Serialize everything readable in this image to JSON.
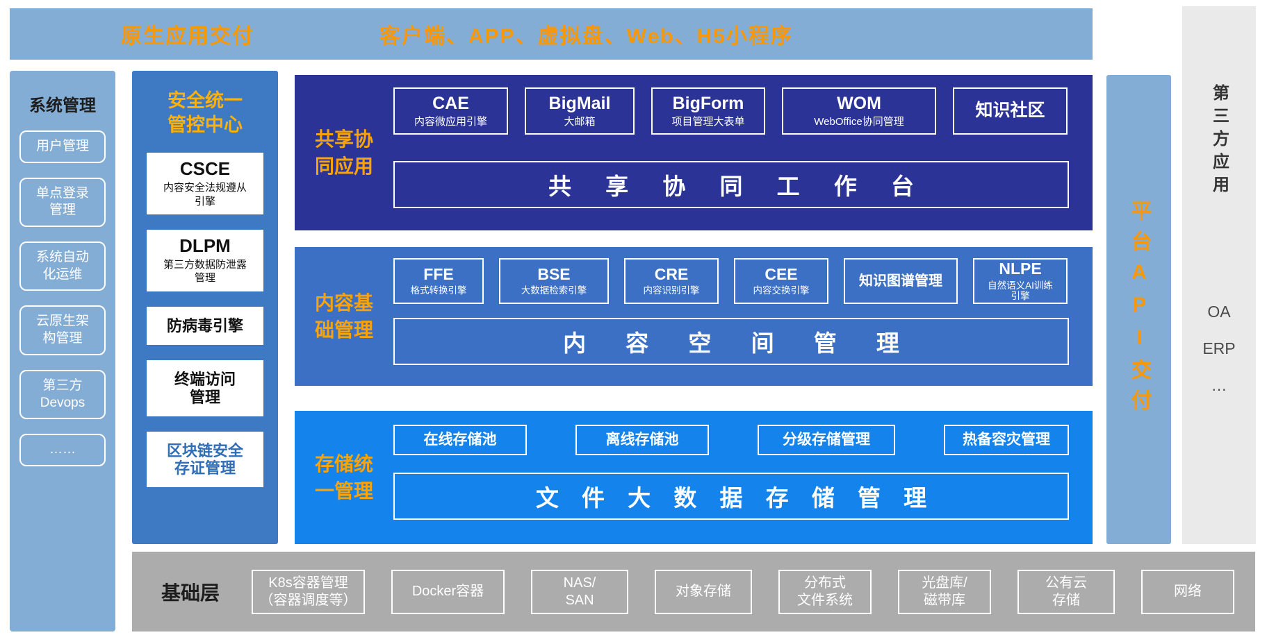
{
  "colors": {
    "light_blue": "#84ADD6",
    "security_blue": "#3E79C4",
    "navy_band": "#2B3496",
    "content_band_blue": "#3B70C5",
    "storage_band_blue": "#1583EC",
    "orange": "#F7980A",
    "yellow_orange": "#FDB10A",
    "base_gray": "#ACACAC",
    "third_party_gray": "#EAEAEA"
  },
  "top_bar": {
    "left_label": "原生应用交付",
    "right_label": "客户端、APP、虚拟盘、Web、H5小程序"
  },
  "system_management": {
    "title": "系统管理",
    "items": [
      "用户管理",
      "单点登录\n管理",
      "系统自动\n化运维",
      "云原生架\n构管理",
      "第三方\nDevops",
      "……"
    ]
  },
  "security_center": {
    "title": "安全统一\n管控中心",
    "boxes": [
      {
        "name": "CSCE",
        "desc": "内容安全法规遵从\n引擎"
      },
      {
        "name": "DLPM",
        "desc": "第三方数据防泄露\n管理"
      },
      {
        "name": "防病毒引擎",
        "desc": ""
      },
      {
        "name": "终端访问\n管理",
        "desc": ""
      },
      {
        "name": "区块链安全\n存证管理",
        "desc": ""
      }
    ]
  },
  "bands": [
    {
      "label": "共享协\n同应用",
      "boxes": [
        {
          "name": "CAE",
          "desc": "内容微应用引擎"
        },
        {
          "name": "BigMail",
          "desc": "大邮箱"
        },
        {
          "name": "BigForm",
          "desc": "项目管理大表单"
        },
        {
          "name": "WOM",
          "desc": "WebOffice协同管理"
        },
        {
          "name": "知识社区",
          "desc": ""
        }
      ],
      "banner": "共 享 协 同 工 作 台"
    },
    {
      "label": "内容基\n础管理",
      "boxes": [
        {
          "name": "FFE",
          "desc": "格式转换引擎"
        },
        {
          "name": "BSE",
          "desc": "大数据检索引擎"
        },
        {
          "name": "CRE",
          "desc": "内容识别引擎"
        },
        {
          "name": "CEE",
          "desc": "内容交换引擎"
        },
        {
          "name": "知识图谱管理",
          "desc": ""
        },
        {
          "name": "NLPE",
          "desc": "自然语义AI训练\n引擎"
        }
      ],
      "banner": "内 容 空 间 管 理"
    },
    {
      "label": "存储统\n一管理",
      "boxes": [
        {
          "name": "在线存储池",
          "desc": ""
        },
        {
          "name": "离线存储池",
          "desc": ""
        },
        {
          "name": "分级存储管理",
          "desc": ""
        },
        {
          "name": "热备容灾管理",
          "desc": ""
        }
      ],
      "banner": "文 件 大 数 据 存 储 管 理"
    }
  ],
  "platform_api": {
    "label": "平台API交付"
  },
  "third_party": {
    "title": "第三方应用",
    "items": [
      "OA",
      "ERP",
      "…"
    ]
  },
  "base_layer": {
    "title": "基础层",
    "items": [
      "K8s容器管理\n（容器调度等）",
      "Docker容器",
      "NAS/\nSAN",
      "对象存储",
      "分布式\n文件系统",
      "光盘库/\n磁带库",
      "公有云\n存储",
      "网络"
    ]
  }
}
